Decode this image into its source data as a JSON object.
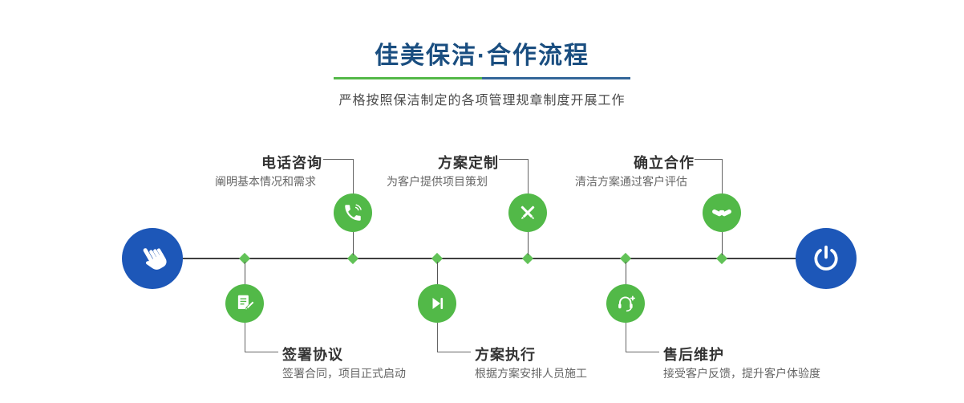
{
  "page": {
    "title": "佳美保洁·合作流程",
    "subtitle": "严格按照保洁制定的各项管理规章制度开展工作"
  },
  "colors": {
    "title_blue": "#1a4e80",
    "divider_green": "#54b848",
    "divider_blue": "#336699",
    "node_green": "#52b948",
    "diamond_green": "#61c257",
    "node_blue": "#1d57b8",
    "timeline_dark": "#3f3f3f"
  },
  "endpoints": {
    "start_icon": "hand-pointer-icon",
    "end_icon": "power-icon"
  },
  "steps_top": [
    {
      "label": "电话咨询",
      "desc": "阐明基本情况和需求",
      "icon": "phone-icon"
    },
    {
      "label": "方案定制",
      "desc": "为客户提供项目策划",
      "icon": "design-tools-icon"
    },
    {
      "label": "确立合作",
      "desc": "清洁方案通过客户评估",
      "icon": "handshake-icon"
    }
  ],
  "steps_bottom": [
    {
      "label": "签署协议",
      "desc": "签署合同，项目正式启动",
      "icon": "contract-icon"
    },
    {
      "label": "方案执行",
      "desc": "根据方案安排人员施工",
      "icon": "execute-icon"
    },
    {
      "label": "售后维护",
      "desc": "接受客户反馈，提升客户体验度",
      "icon": "after-sales-icon"
    }
  ]
}
